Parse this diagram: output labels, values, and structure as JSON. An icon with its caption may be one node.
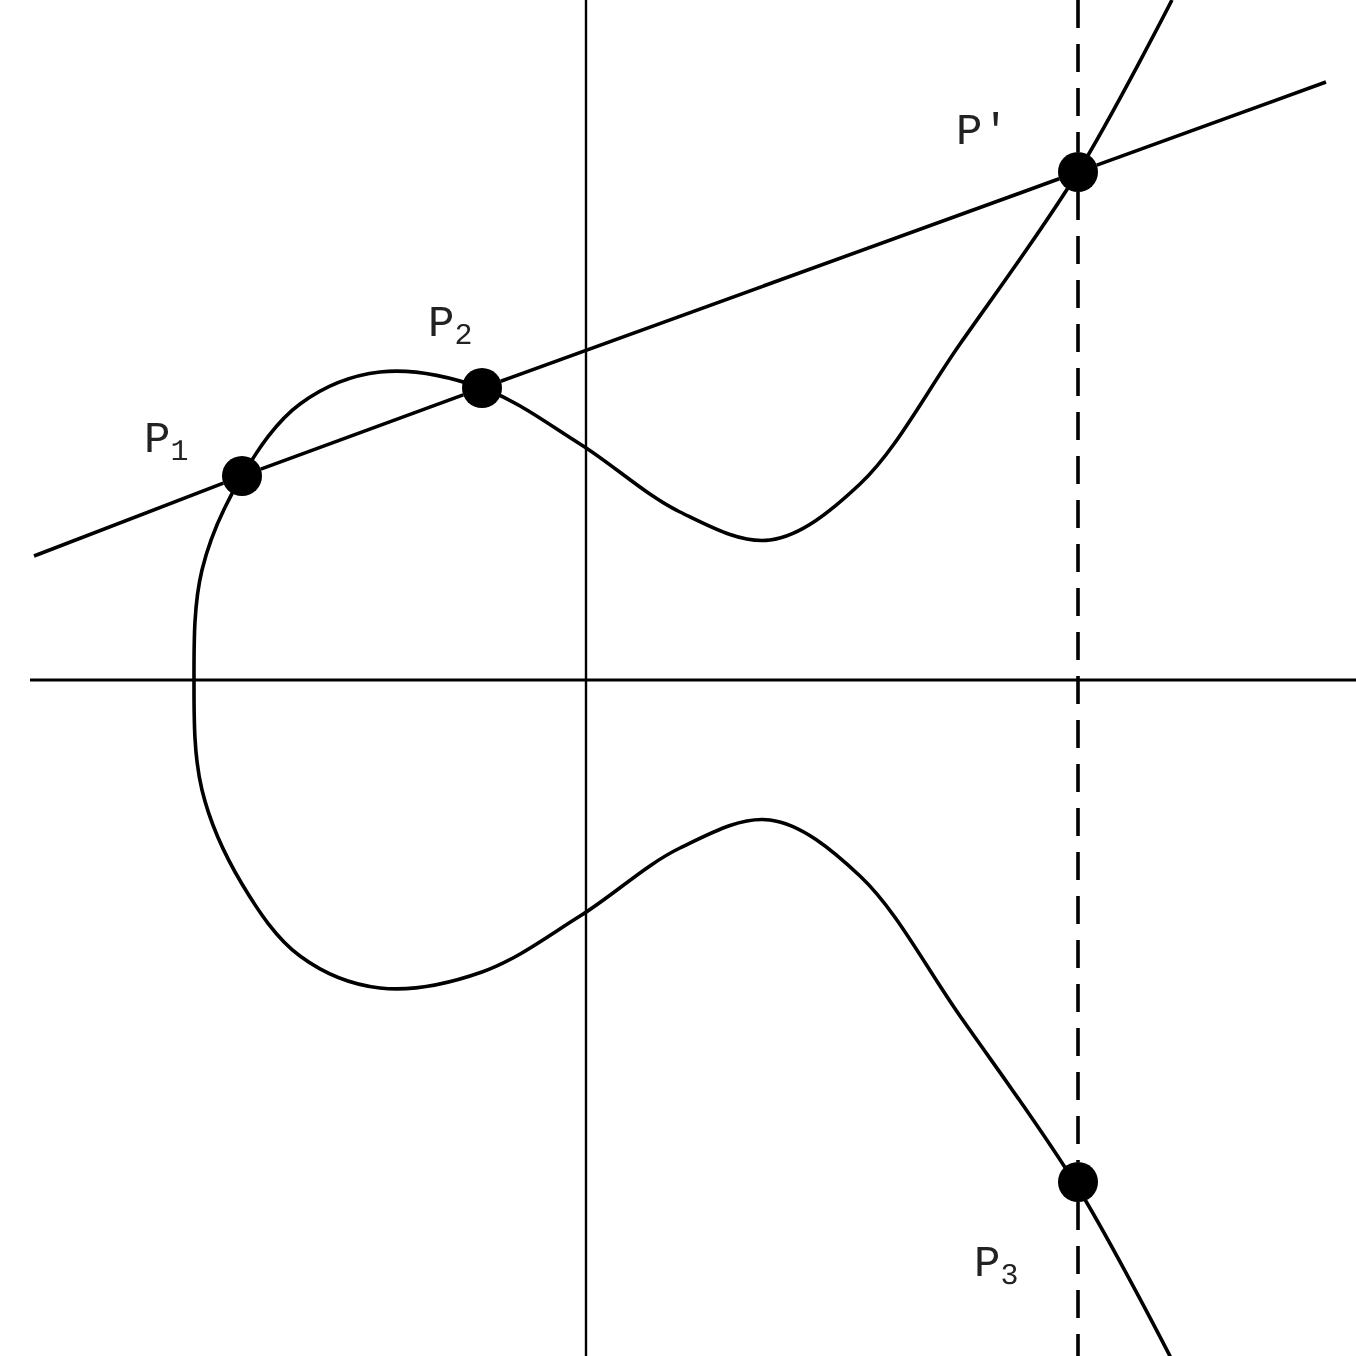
{
  "diagram": {
    "nodes": [
      {
        "text": [],
        "shape": "circle",
        "beside": [
          "P$_{1}$"
        ]
      },
      {
        "text": [],
        "shape": "circle",
        "beside": [
          "P$_{2}$"
        ]
      },
      {
        "text": [],
        "shape": "circle",
        "beside": [
          "P′"
        ]
      },
      {
        "text": [],
        "shape": "circle",
        "beside": [
          "P$_{3}$"
        ]
      }
    ],
    "edges": [
      {
        "from": null,
        "to": 0,
        "arrow": "none"
      },
      {
        "from": 0,
        "to": 1,
        "arrow": "none"
      },
      {
        "from": 1,
        "to": 2,
        "arrow": "none"
      },
      {
        "from": 2,
        "to": null,
        "arrow": "none"
      },
      {
        "from": null,
        "to": 2,
        "arrow": "none",
        "style": "dashed"
      },
      {
        "from": 2,
        "to": 3,
        "arrow": "none",
        "style": "dashed"
      },
      {
        "from": 3,
        "to": null,
        "arrow": "none",
        "style": "dashed"
      }
    ]
  }
}
